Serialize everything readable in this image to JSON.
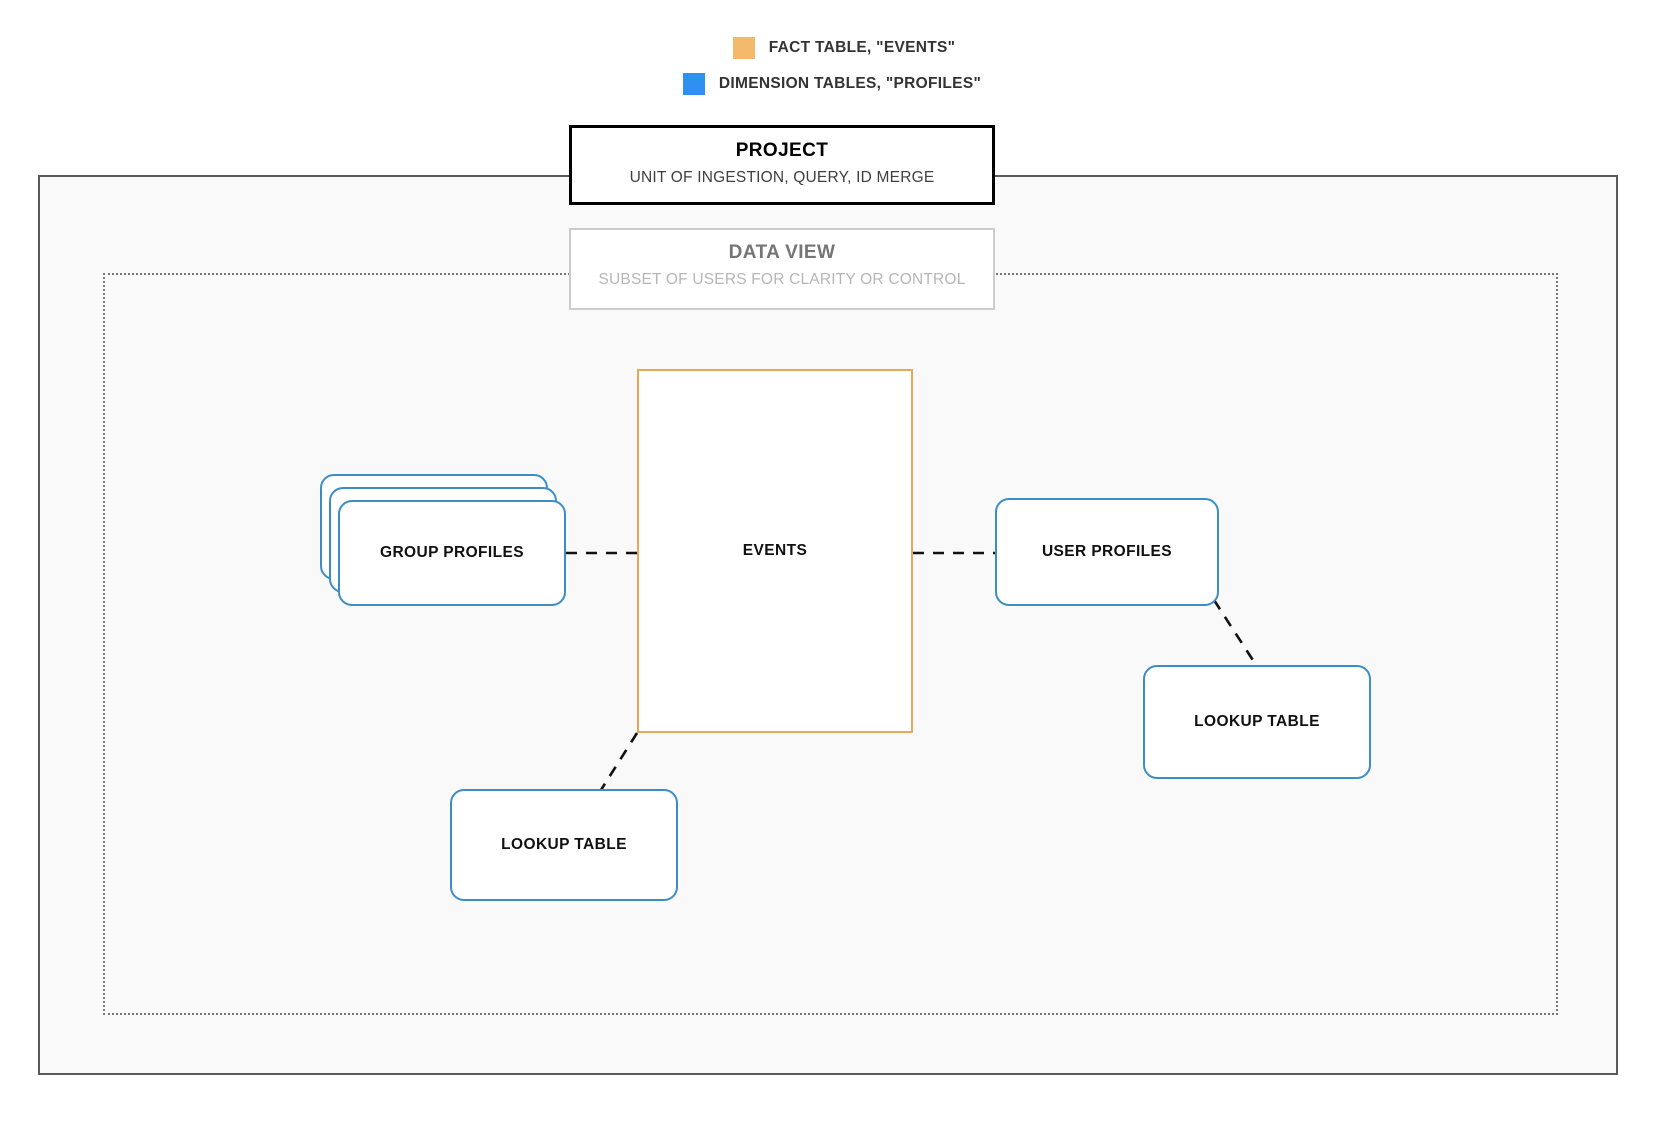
{
  "legend": {
    "items": [
      {
        "id": "fact-table",
        "label": "FACT TABLE, \"EVENTS\"",
        "color": "#f5b96b",
        "icon": "square-swatch"
      },
      {
        "id": "dimension-tables",
        "label": "DIMENSION TABLES, \"PROFILES\"",
        "color": "#2e90f0",
        "icon": "square-swatch"
      }
    ]
  },
  "project": {
    "title": "PROJECT",
    "subtitle": "UNIT OF INGESTION, QUERY, ID MERGE",
    "border_color": "#000000"
  },
  "data_view": {
    "title": "DATA VIEW",
    "subtitle": "SUBSET OF USERS FOR CLARITY OR CONTROL",
    "border_color": "#cccccc",
    "text_color": "#b6b6b6"
  },
  "nodes": {
    "events": {
      "label": "EVENTS",
      "type": "fact",
      "color": "#e8a85c"
    },
    "group_profiles": {
      "label": "GROUP PROFILES",
      "type": "dimension",
      "color": "#3c8dc5",
      "stacked": true,
      "stack_count": 3
    },
    "user_profiles": {
      "label": "USER PROFILES",
      "type": "dimension",
      "color": "#3c8dc5"
    },
    "lookup_right": {
      "label": "LOOKUP TABLE",
      "type": "dimension",
      "color": "#3c8dc5"
    },
    "lookup_left": {
      "label": "LOOKUP TABLE",
      "type": "dimension",
      "color": "#3c8dc5"
    }
  },
  "connections": [
    {
      "from": "group_profiles",
      "to": "events",
      "style": "dashed"
    },
    {
      "from": "events",
      "to": "user_profiles",
      "style": "dashed"
    },
    {
      "from": "user_profiles",
      "to": "lookup_right",
      "style": "dashed"
    },
    {
      "from": "events",
      "to": "lookup_left",
      "style": "dashed"
    }
  ]
}
